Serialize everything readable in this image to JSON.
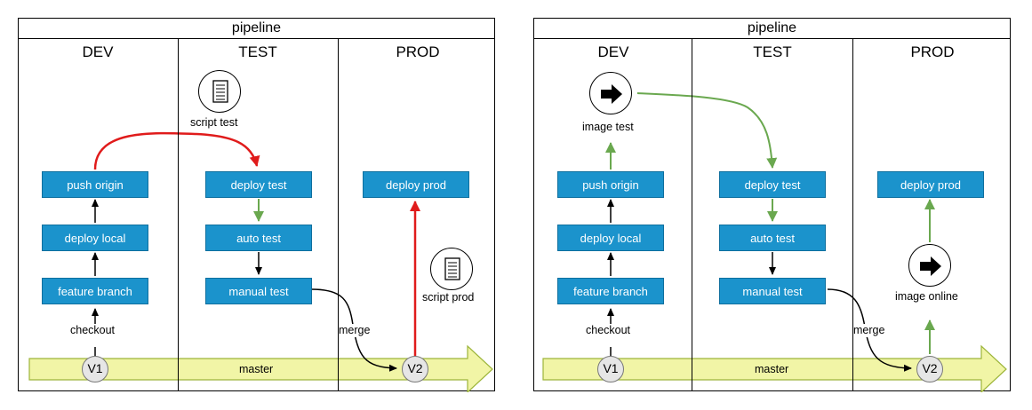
{
  "colors": {
    "box_fill": "#1b93cc",
    "master_fill": "#f1f5a6",
    "red_arrow": "#e01b1b",
    "green_arrow": "#6aa84f"
  },
  "left": {
    "title": "pipeline",
    "lanes": [
      "DEV",
      "TEST",
      "PROD"
    ],
    "boxes": {
      "push_origin": "push origin",
      "deploy_local": "deploy local",
      "feature_branch": "feature branch",
      "deploy_test": "deploy test",
      "auto_test": "auto test",
      "manual_test": "manual test",
      "deploy_prod": "deploy prod"
    },
    "labels": {
      "checkout": "checkout",
      "merge": "merge",
      "master": "master",
      "script_test": "script test",
      "script_prod": "script prod"
    },
    "icons": {
      "script_test": "script-document-icon",
      "script_prod": "script-document-icon"
    },
    "versions": [
      "V1",
      "V2"
    ]
  },
  "right": {
    "title": "pipeline",
    "lanes": [
      "DEV",
      "TEST",
      "PROD"
    ],
    "boxes": {
      "push_origin": "push origin",
      "deploy_local": "deploy local",
      "feature_branch": "feature branch",
      "deploy_test": "deploy test",
      "auto_test": "auto test",
      "manual_test": "manual test",
      "deploy_prod": "deploy prod"
    },
    "labels": {
      "checkout": "checkout",
      "merge": "merge",
      "master": "master",
      "image_test": "image test",
      "image_online": "image online"
    },
    "icons": {
      "image_test": "arrow-right-icon",
      "image_online": "arrow-right-icon"
    },
    "versions": [
      "V1",
      "V2"
    ]
  }
}
